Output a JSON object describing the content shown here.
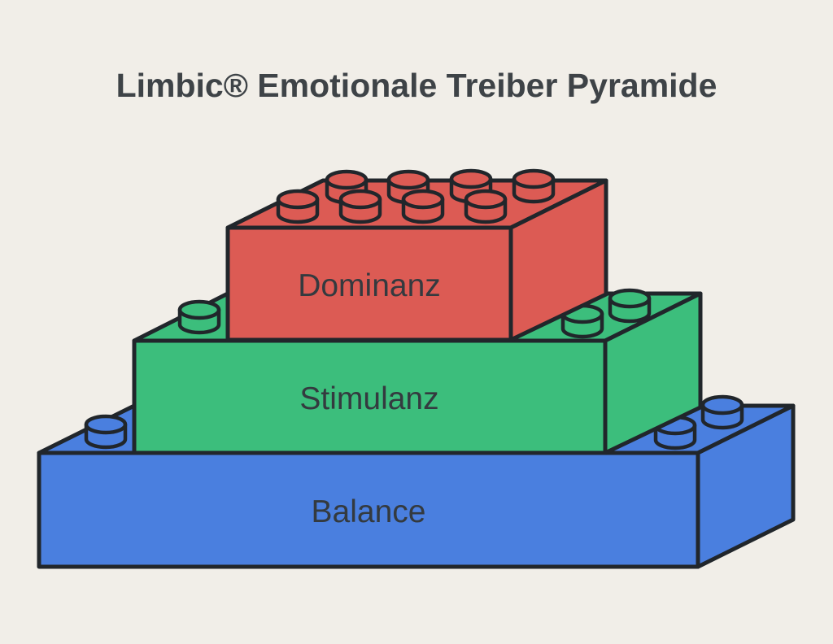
{
  "title": "Limbic® Emotionale Treiber Pyramide",
  "colors": {
    "background": "#f1eee8",
    "outline": "#21262b",
    "title_text": "#3e4347",
    "label_text": "#343a3f"
  },
  "diagram": {
    "type": "pyramid",
    "style": "lego-bricks",
    "levels": [
      {
        "position": "top",
        "rank": 1,
        "label": "Dominanz",
        "color": "#dc5b54"
      },
      {
        "position": "middle",
        "rank": 2,
        "label": "Stimulanz",
        "color": "#3cbe7c"
      },
      {
        "position": "bottom",
        "rank": 3,
        "label": "Balance",
        "color": "#4a7fdf"
      }
    ]
  }
}
